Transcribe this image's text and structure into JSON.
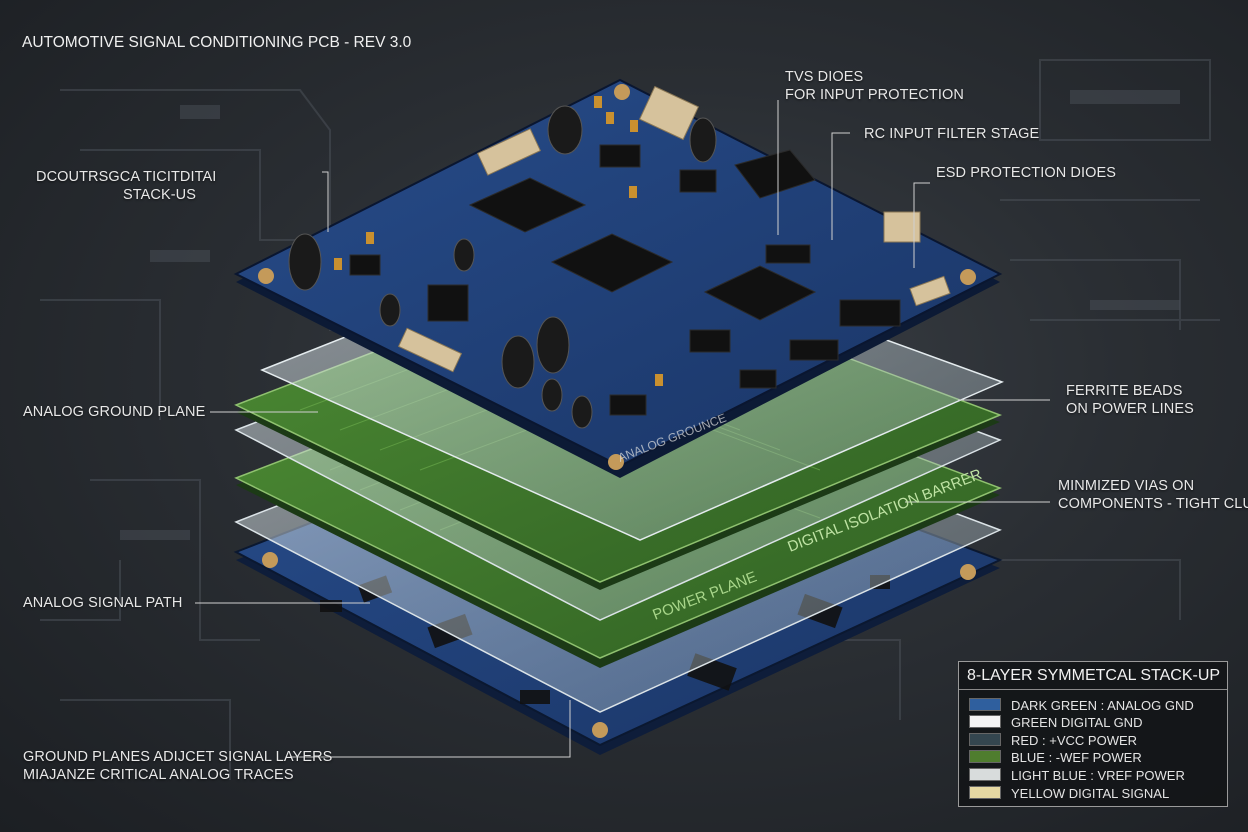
{
  "title": "AUTOMOTIVE SIGNAL CONDITIONING PCB - REV 3.0",
  "callouts": {
    "tvs": [
      "TVS DIOES",
      "FOR INPUT PROTECTION"
    ],
    "rc": "RC INPUT FILTER STAGE",
    "esd": "ESD PROTECTION DIOES",
    "decoupling": [
      "DCOUTRSGCA TICITDITAI",
      "STACK-US"
    ],
    "analog_ground": "ANALOG GROUND PLANE",
    "ferrite": [
      "FERRITE BEADS",
      "ON POWER LINES"
    ],
    "vias": [
      "MINMIZED VIAS ON",
      "COMPONENTS - TIGHT CLUSTI"
    ],
    "analog_signal": "ANALOG SIGNAL PATH",
    "ground_planes": [
      "GROUND PLANES ADIJCET SIGNAL LAYERS",
      "MIAJANZE CRITICAL ANALOG TRACES"
    ]
  },
  "board_text": {
    "power_plane": "POWER PLANE",
    "isolation": "DIGITAL ISOLATION BARRER",
    "analog_ground": "ANALOG GROUNCE"
  },
  "legend": {
    "title": "8-LAYER SYMMETCAL STACK-UP",
    "items": [
      {
        "label": "DARK GREEN : ANALOG GND",
        "color": "#2f5f9e"
      },
      {
        "label": "GREEN DIGITAL GND",
        "color": "#f4f4f4"
      },
      {
        "label": "RED : +VCC POWER",
        "color": "#34464f"
      },
      {
        "label": "BLUE : -WEF POWER",
        "color": "#4f7d2e"
      },
      {
        "label": "LIGHT BLUE : VREF POWER",
        "color": "#d8dcdc"
      },
      {
        "label": "YELLOW      DIGITAL SIGNAL",
        "color": "#e6d8a2"
      }
    ]
  },
  "colors": {
    "board_blue": "#1f3f78",
    "plane_green": "#3f7a2c",
    "power_red": "#c8262a",
    "glass": "#c9d3d8"
  }
}
